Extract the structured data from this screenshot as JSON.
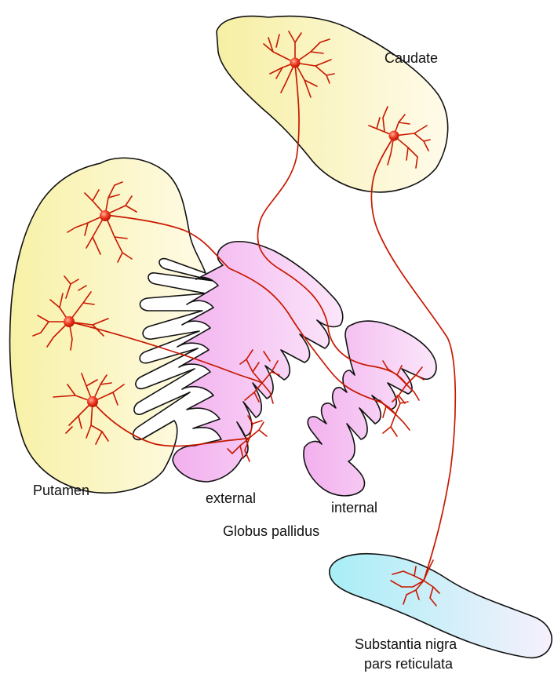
{
  "labels": {
    "caudate": "Caudate",
    "putamen": "Putamen",
    "external": "external",
    "internal": "internal",
    "globus_pallidus": "Globus pallidus",
    "substantia_nigra_line1": "Substantia nigra",
    "substantia_nigra_line2": "pars reticulata"
  },
  "colors": {
    "striatum_fill": "#f6f0a8",
    "pallidus_fill": "#f2b4f0",
    "nigra_fill": "#b8f0f6",
    "neuron": "#c81800",
    "outline": "#111111"
  }
}
